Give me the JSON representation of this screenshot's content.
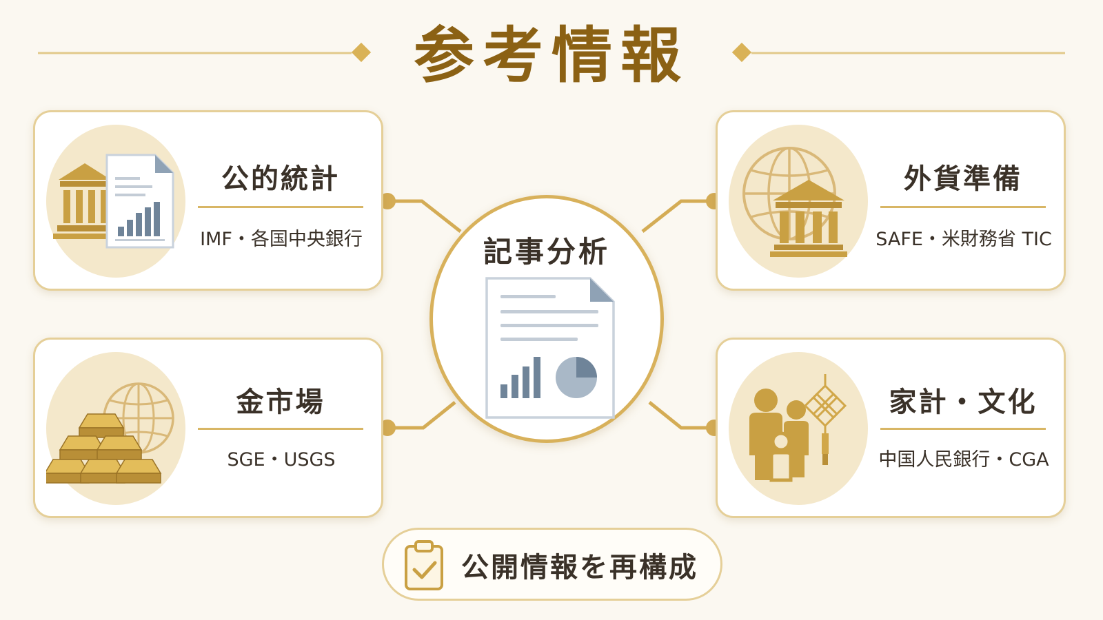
{
  "title": "参考情報",
  "center": {
    "label": "記事分析"
  },
  "cards": {
    "official_stats": {
      "title": "公的統計",
      "subtitle": "IMF・各国中央銀行",
      "icon": "bank-document-chart-icon"
    },
    "fx_reserves": {
      "title": "外貨準備",
      "subtitle": "SAFE・米財務省 TIC",
      "icon": "globe-bank-icon"
    },
    "gold_market": {
      "title": "金市場",
      "subtitle": "SGE・USGS",
      "icon": "gold-bars-globe-icon"
    },
    "household_culture": {
      "title": "家計・文化",
      "subtitle": "中国人民銀行・CGA",
      "icon": "family-knot-icon"
    }
  },
  "footer": {
    "label": "公開情報を再構成",
    "icon": "clipboard-check-icon"
  },
  "colors": {
    "gold": "#c9a043",
    "dark_gold": "#8b6114",
    "background": "#fbf8f1",
    "icon_bg": "#f4e8cb",
    "slate": "#6f8499"
  }
}
